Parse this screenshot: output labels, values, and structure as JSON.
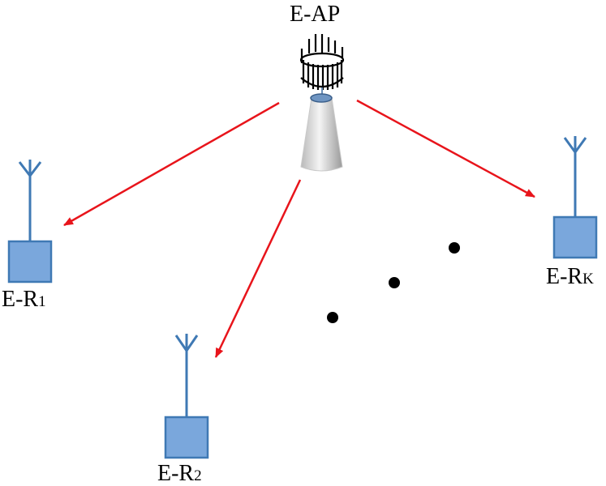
{
  "access_point": {
    "label": "E-AP",
    "icon": "antenna-tower-icon"
  },
  "receivers": [
    {
      "label_base": "E-R",
      "label_sub": "1",
      "icon": "receiver-antenna-icon"
    },
    {
      "label_base": "E-R",
      "label_sub": "2",
      "icon": "receiver-antenna-icon"
    },
    {
      "label_base": "E-R",
      "label_sub": "K",
      "icon": "receiver-antenna-icon"
    }
  ],
  "ellipsis": {
    "dot_count": 3
  },
  "colors": {
    "link_arrow": "#e8141b",
    "receiver_fill": "#7aa7dc",
    "receiver_stroke": "#3f79b4",
    "text": "#000000"
  }
}
